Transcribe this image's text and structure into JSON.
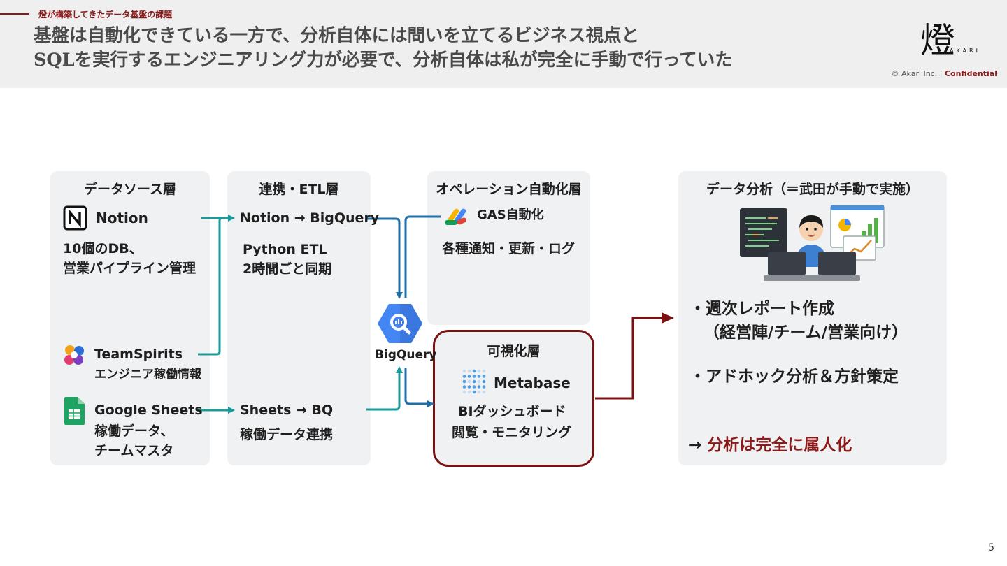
{
  "header": {
    "section_label": "燈が構築してきたデータ基盤の課題",
    "title_line1": "基盤は自動化できている一方で、分析自体には問いを立てるビジネス視点と",
    "title_line2": "SQLを実行するエンジニアリング力が必要で、分析自体は私が完全に手動で行っていた",
    "logo_text": "燈",
    "logo_sub": "AKARI",
    "copyright": "© Akari Inc. | ",
    "confidential": "Confidential"
  },
  "sources": {
    "title": "データソース層",
    "notion_name": "Notion",
    "notion_desc_1": "10個のDB、",
    "notion_desc_2": "営業パイプライン管理",
    "teamspirits_name": "TeamSpirits",
    "teamspirits_desc": "エンジニア稼働情報",
    "sheets_name": "Google Sheets",
    "sheets_desc_1": "稼働データ、",
    "sheets_desc_2": "チームマスタ"
  },
  "etl": {
    "title": "連携・ETL層",
    "flow1": "Notion → BigQuery",
    "flow1_desc_1": "Python ETL",
    "flow1_desc_2": "2時間ごと同期",
    "flow2": "Sheets → BQ",
    "flow2_desc": "稼働データ連携"
  },
  "warehouse": {
    "label": "BigQuery"
  },
  "operation": {
    "title": "オペレーション自動化層",
    "gas": "GAS自動化",
    "desc": "各種通知・更新・ログ"
  },
  "visualization": {
    "title": "可視化層",
    "tool": "Metabase",
    "desc_1": "BIダッシュボード",
    "desc_2": "閲覧・モニタリング"
  },
  "analysis": {
    "title": "データ分析（＝武田が手動で実施）",
    "bullet1_1": "・週次レポート作成",
    "bullet1_2": "（経営陣/チーム/営業向け）",
    "bullet2": "・アドホック分析＆方針策定",
    "conclusion_arrow": "→ ",
    "conclusion": "分析は完全に属人化"
  },
  "colors": {
    "accent": "#8b1a1a",
    "flow": "#1a9a9a",
    "flow_blue": "#1f6fa8",
    "panel": "#f0f1f3"
  },
  "page_number": "5"
}
